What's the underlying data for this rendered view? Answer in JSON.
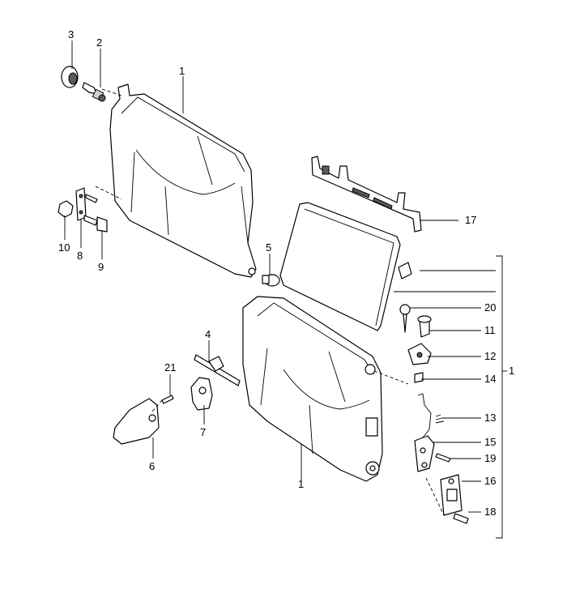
{
  "callouts": {
    "c1_top": "1",
    "c1_bottom": "1",
    "c1_bracket": "1",
    "c2": "2",
    "c3": "3",
    "c4": "4",
    "c5": "5",
    "c6": "6",
    "c7": "7",
    "c8": "8",
    "c9": "9",
    "c10": "10",
    "c11": "11",
    "c12": "12",
    "c13": "13",
    "c14": "14",
    "c15": "15",
    "c16": "16",
    "c17": "17",
    "c18": "18",
    "c19": "19",
    "c20": "20",
    "c21": "21"
  }
}
